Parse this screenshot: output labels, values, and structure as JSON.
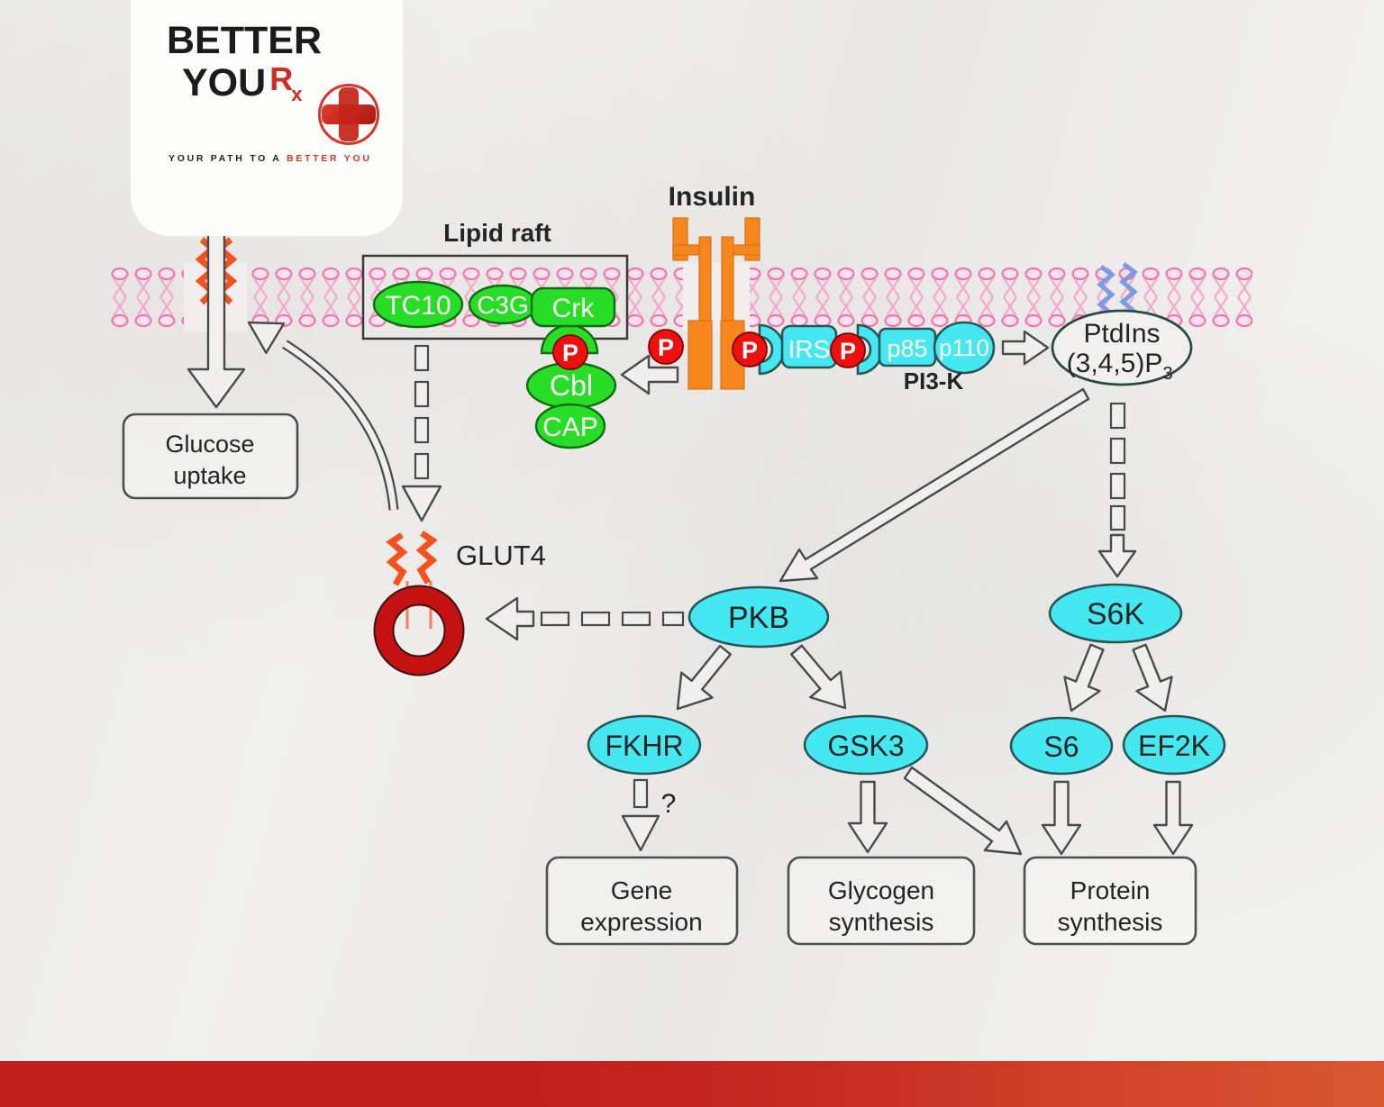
{
  "brand": {
    "name_line1": "BETTER",
    "name_line2": "YOU",
    "rx_r": "R",
    "rx_x": "x",
    "tagline_prefix": "YOUR PATH TO A",
    "tagline_highlight": "BETTER YOU"
  },
  "pathway": {
    "labels": {
      "insulin": "Insulin",
      "lipid_raft": "Lipid raft",
      "glut4": "GLUT4",
      "pi3k": "PI3-K",
      "phospho": "P",
      "question_mark": "?"
    },
    "membrane_proteins": {
      "tc10": "TC10",
      "c3g": "C3G",
      "crk": "Crk",
      "cbl": "Cbl",
      "cap": "CAP",
      "irs": "IRS",
      "p85": "p85",
      "p110": "p110"
    },
    "lipid": {
      "line1": "PtdIns",
      "line2": "(3,4,5)P",
      "subscript": "3"
    },
    "kinases": {
      "pkb": "PKB",
      "s6k": "S6K",
      "fkhr": "FKHR",
      "gsk3": "GSK3",
      "s6": "S6",
      "ef2k": "EF2K"
    },
    "outcomes": {
      "glucose_uptake": [
        "Glucose",
        "uptake"
      ],
      "gene_expression": [
        "Gene",
        "expression"
      ],
      "glycogen_synthesis": [
        "Glycogen",
        "synthesis"
      ],
      "protein_synthesis": [
        "Protein",
        "synthesis"
      ]
    },
    "colors": {
      "kinase_fill": "#45e8f0",
      "protein_green": "#27dd26",
      "receptor_orange": "#f6871f",
      "phosphate_red": "#ee0f0f",
      "membrane_pink": "#f075ae",
      "vesicle_red": "#c41111",
      "pip3_blue": "#7b9ce4",
      "brand_red": "#d22b20",
      "footer_left": "#c1201d",
      "footer_right": "#d95830"
    }
  }
}
